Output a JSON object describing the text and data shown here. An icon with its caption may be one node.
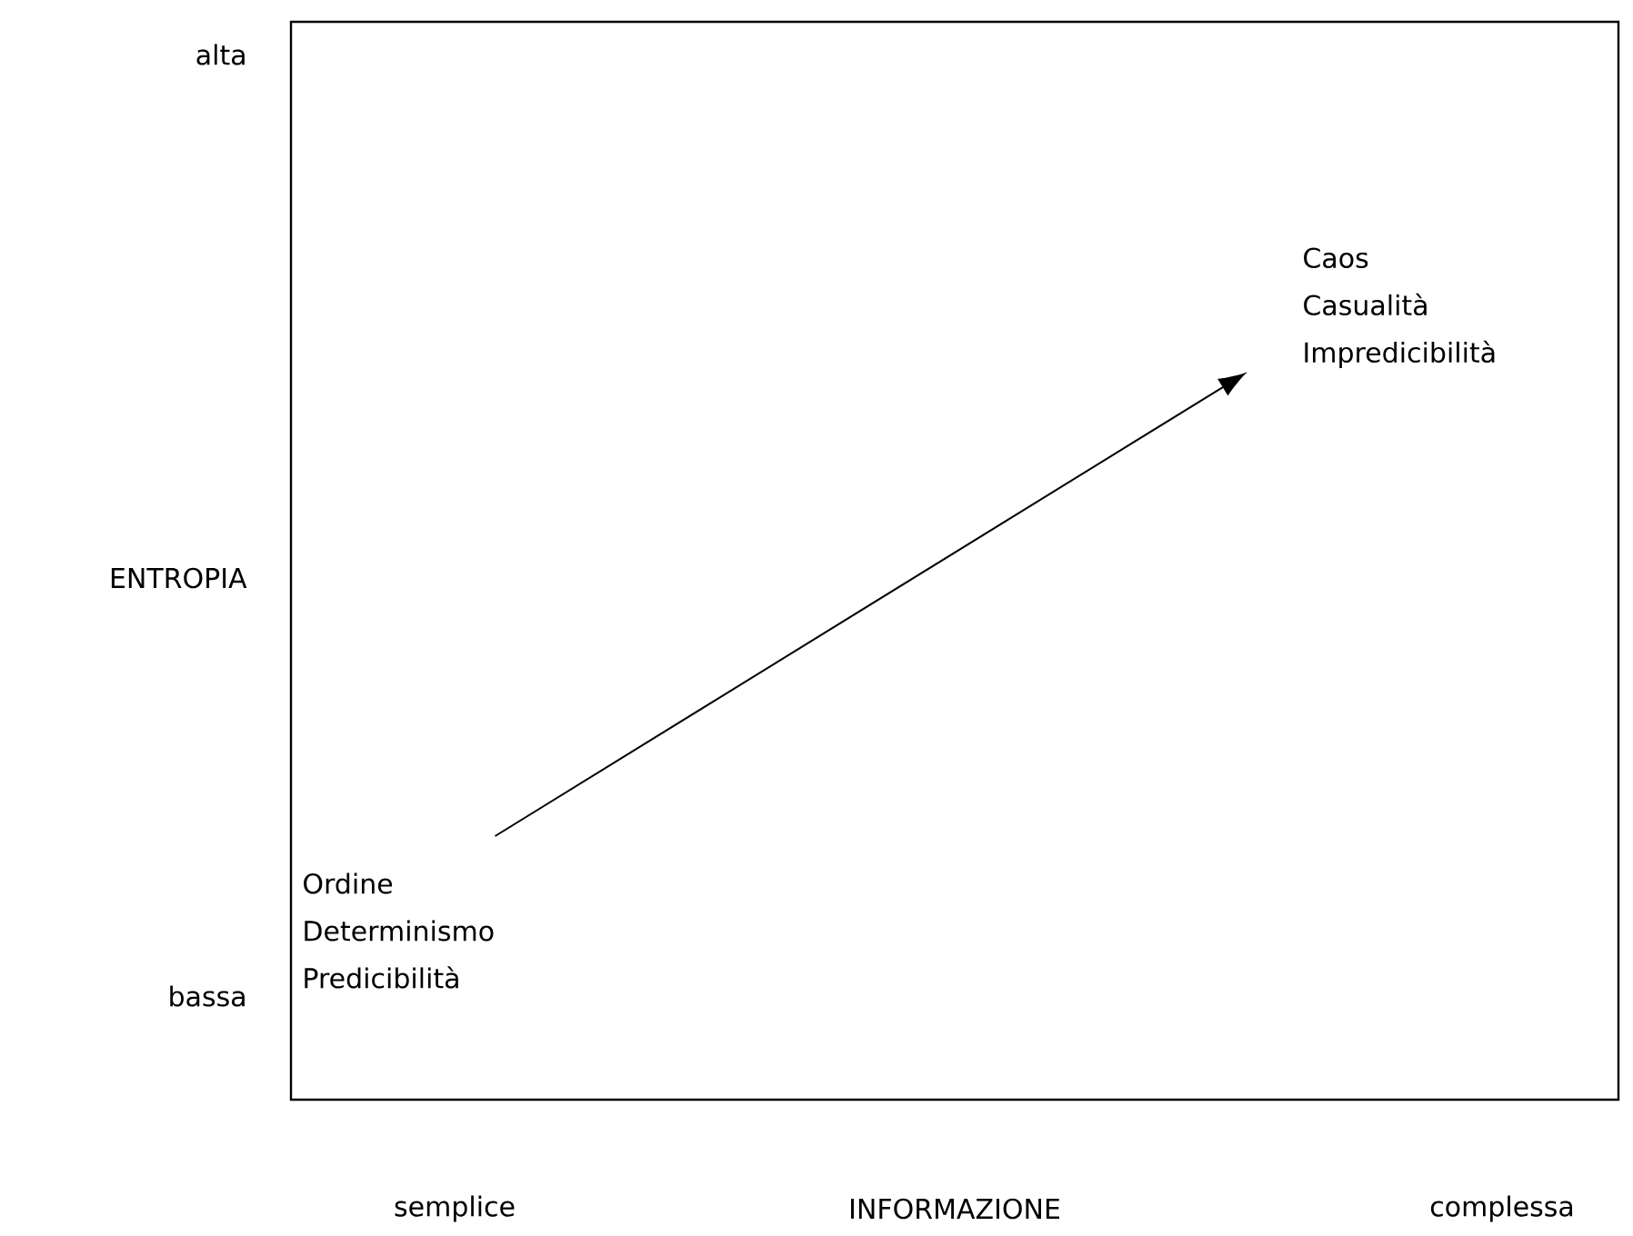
{
  "diagram": {
    "nodes": [
      {
        "text": [
          "Ordine",
          "Determinismo",
          "Predicibilità"
        ]
      },
      {
        "text": [
          "Caos",
          "Casualità",
          "Impredicibilità"
        ]
      }
    ],
    "edges": [
      {
        "from": 0,
        "to": 1,
        "arrow": "to"
      }
    ],
    "labels": [
      "alta",
      "ENTROPIA",
      "bassa",
      "semplice",
      "INFORMAZIONE",
      "complessa"
    ]
  }
}
